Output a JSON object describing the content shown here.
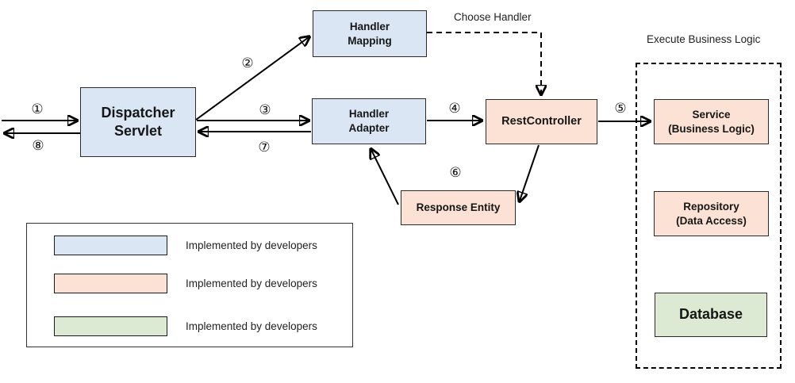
{
  "colors": {
    "developer_blue": "#dae6f3",
    "developer_peach": "#fbe2d5",
    "developer_green": "#dcead3"
  },
  "nodes": {
    "dispatcher_servlet": "Dispatcher\nServlet",
    "handler_mapping": "Handler\nMapping",
    "handler_adapter": "Handler\nAdapter",
    "rest_controller": "RestController",
    "response_entity": "Response Entity",
    "service": "Service\n(Business Logic)",
    "repository": "Repository\n(Data Access)",
    "database": "Database"
  },
  "annotations": {
    "choose_handler": "Choose Handler",
    "execute_business_logic": "Execute Business Logic"
  },
  "steps": {
    "s1": "①",
    "s2": "②",
    "s3": "③",
    "s4": "④",
    "s5": "⑤",
    "s6": "⑥",
    "s7": "⑦",
    "s8": "⑧"
  },
  "legend": {
    "items": [
      {
        "color": "#dae6f3",
        "label": "Implemented by developers"
      },
      {
        "color": "#fbe2d5",
        "label": "Implemented by developers"
      },
      {
        "color": "#dcead3",
        "label": "Implemented by developers"
      }
    ]
  }
}
